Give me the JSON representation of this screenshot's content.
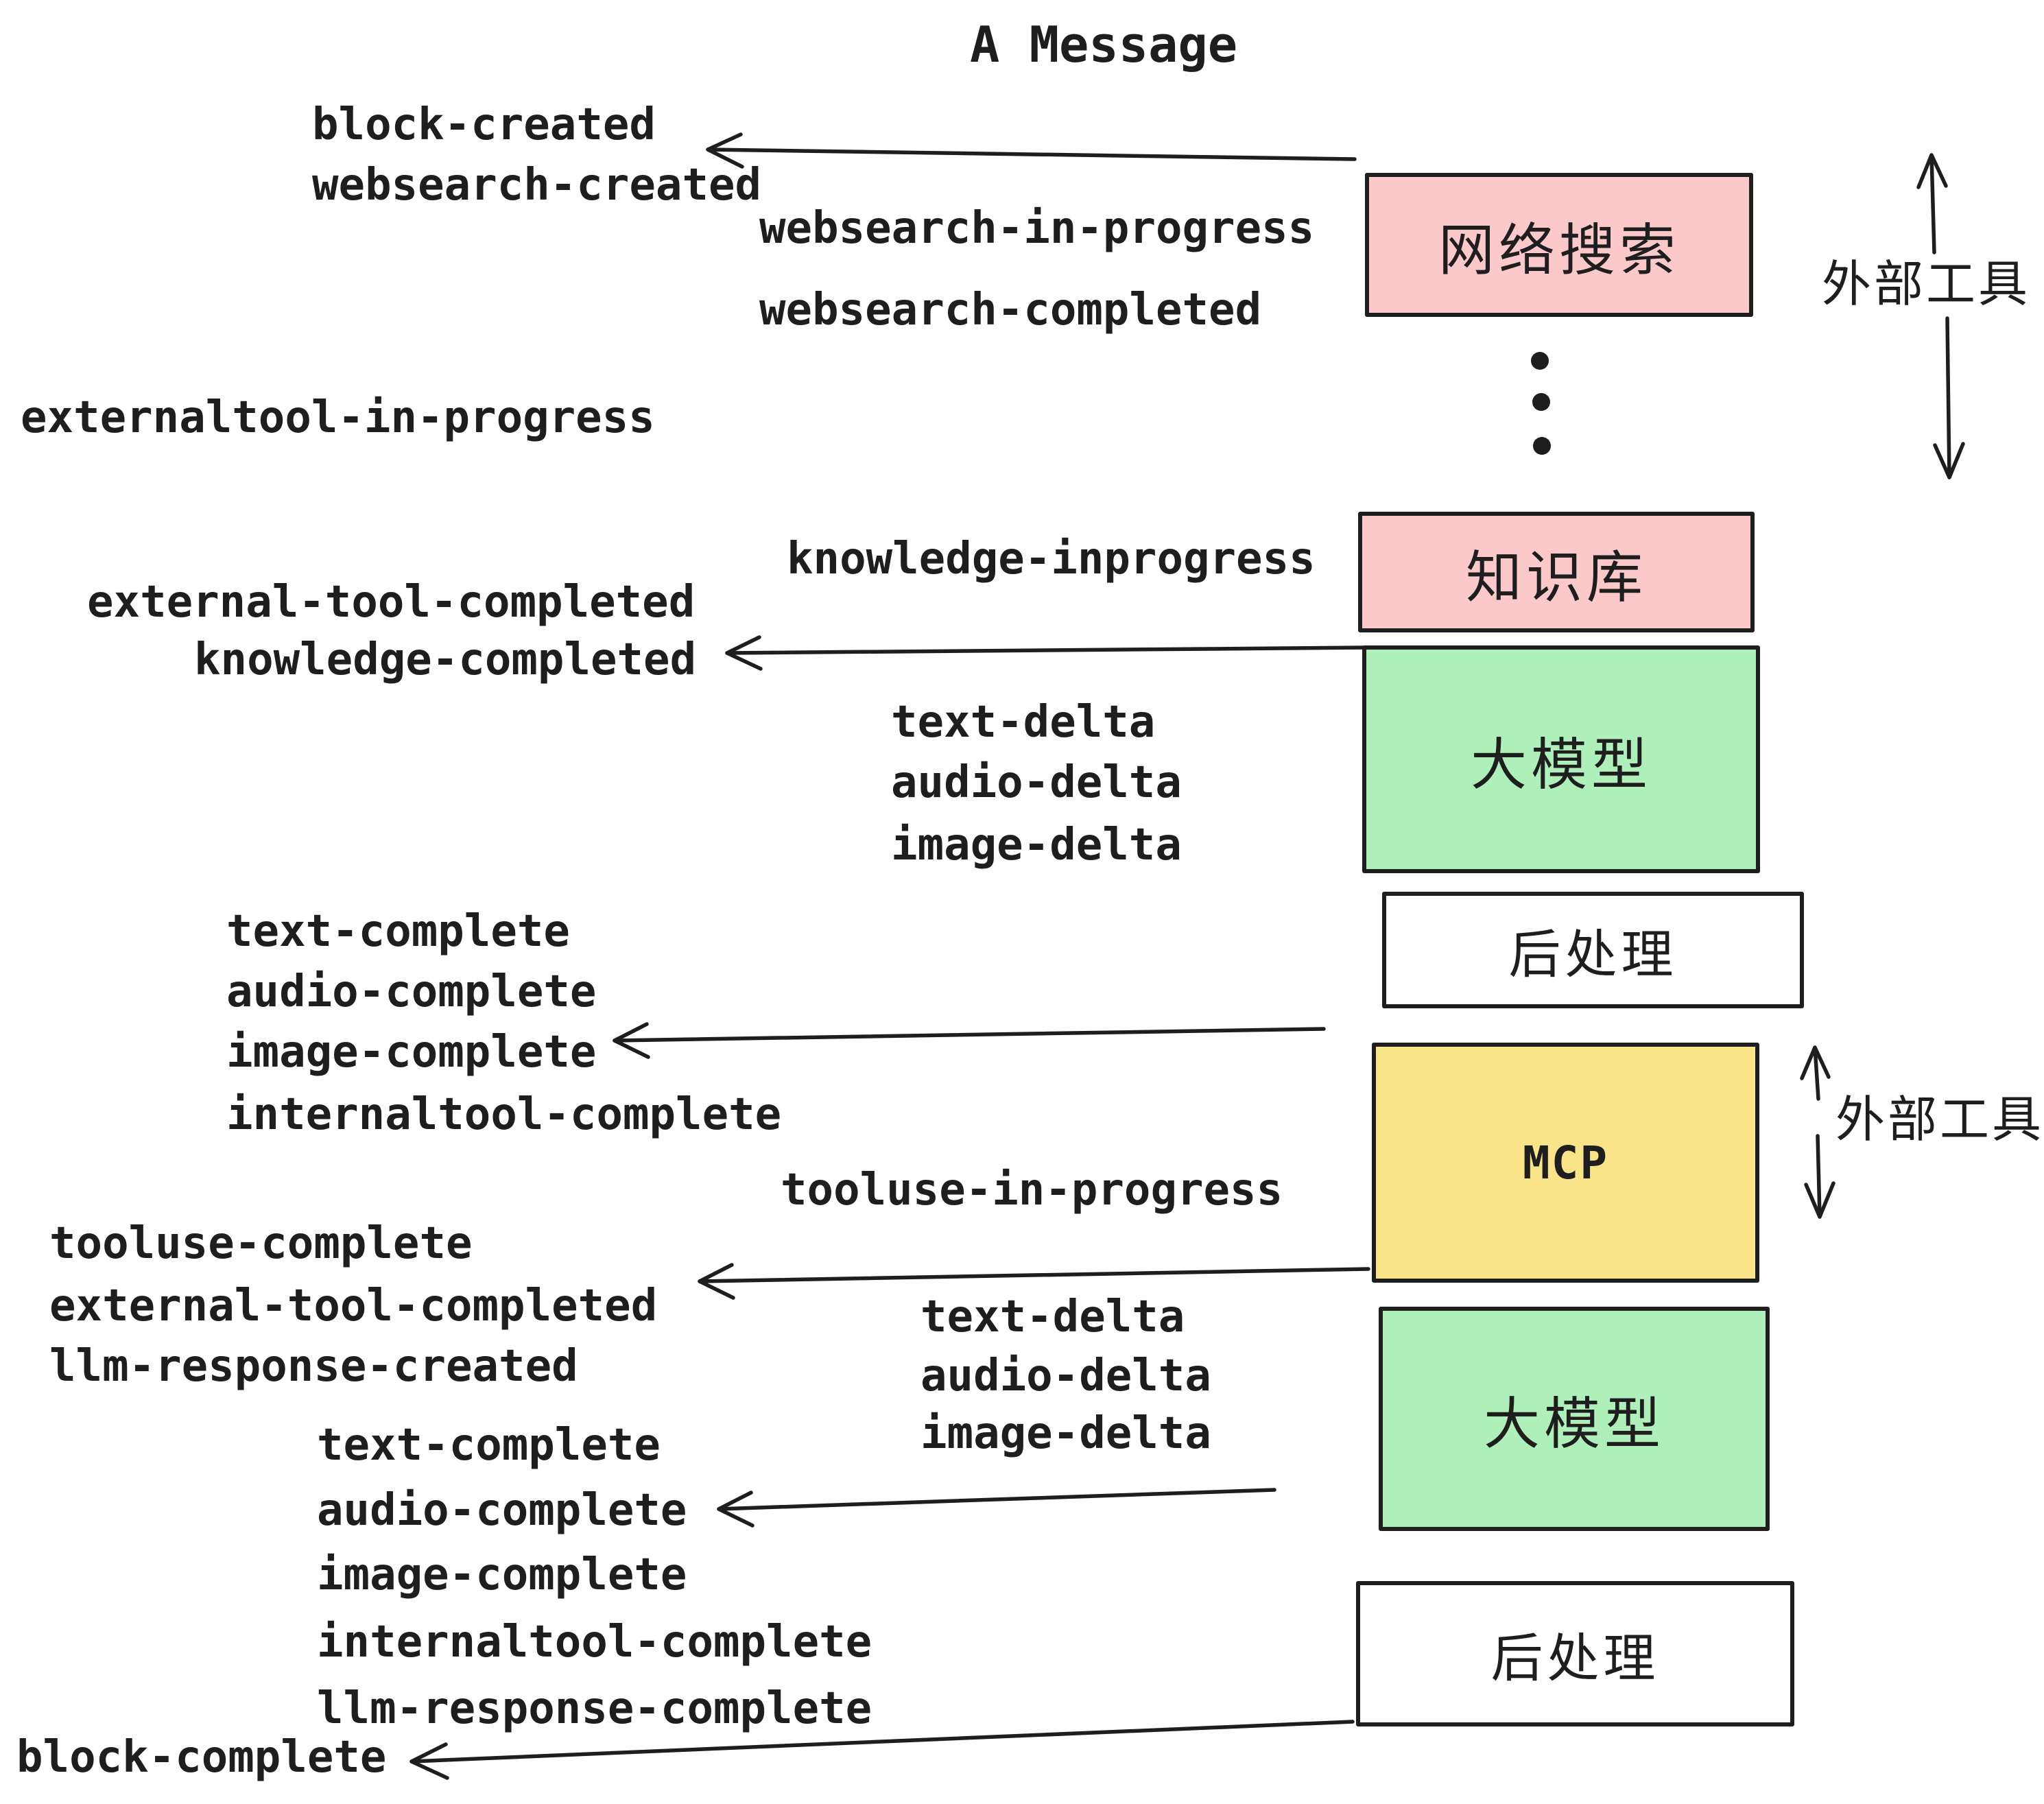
{
  "title": "A Message",
  "colors": {
    "stroke": "#1e1e1e",
    "pink": "#FCC9CB",
    "green": "#AEEFBA",
    "yellow": "#FAE48A",
    "white": "#ffffff"
  },
  "boxes": {
    "websearch": {
      "label": "网络搜索"
    },
    "knowledge": {
      "label": "知识库"
    },
    "llm_top": {
      "label": "大模型"
    },
    "post_top": {
      "label": "后处理"
    },
    "mcp": {
      "label": "MCP"
    },
    "llm_bottom": {
      "label": "大模型"
    },
    "post_bottom": {
      "label": "后处理"
    }
  },
  "side_labels": {
    "external_tools_top": "外部工具",
    "external_tools_bottom": "外部工具"
  },
  "events": [
    "block-created",
    "websearch-created",
    "websearch-in-progress",
    "websearch-completed",
    "externaltool-in-progress",
    "knowledge-inprogress",
    "external-tool-completed",
    "knowledge-completed",
    "text-delta",
    "audio-delta",
    "image-delta",
    "text-complete",
    "audio-complete",
    "image-complete",
    "internaltool-complete",
    "tooluse-in-progress",
    "tooluse-complete",
    "external-tool-completed",
    "llm-response-created",
    "text-complete",
    "audio-complete",
    "image-complete",
    "internaltool-complete",
    "llm-response-complete",
    "block-complete",
    "text-delta",
    "audio-delta",
    "image-delta"
  ]
}
